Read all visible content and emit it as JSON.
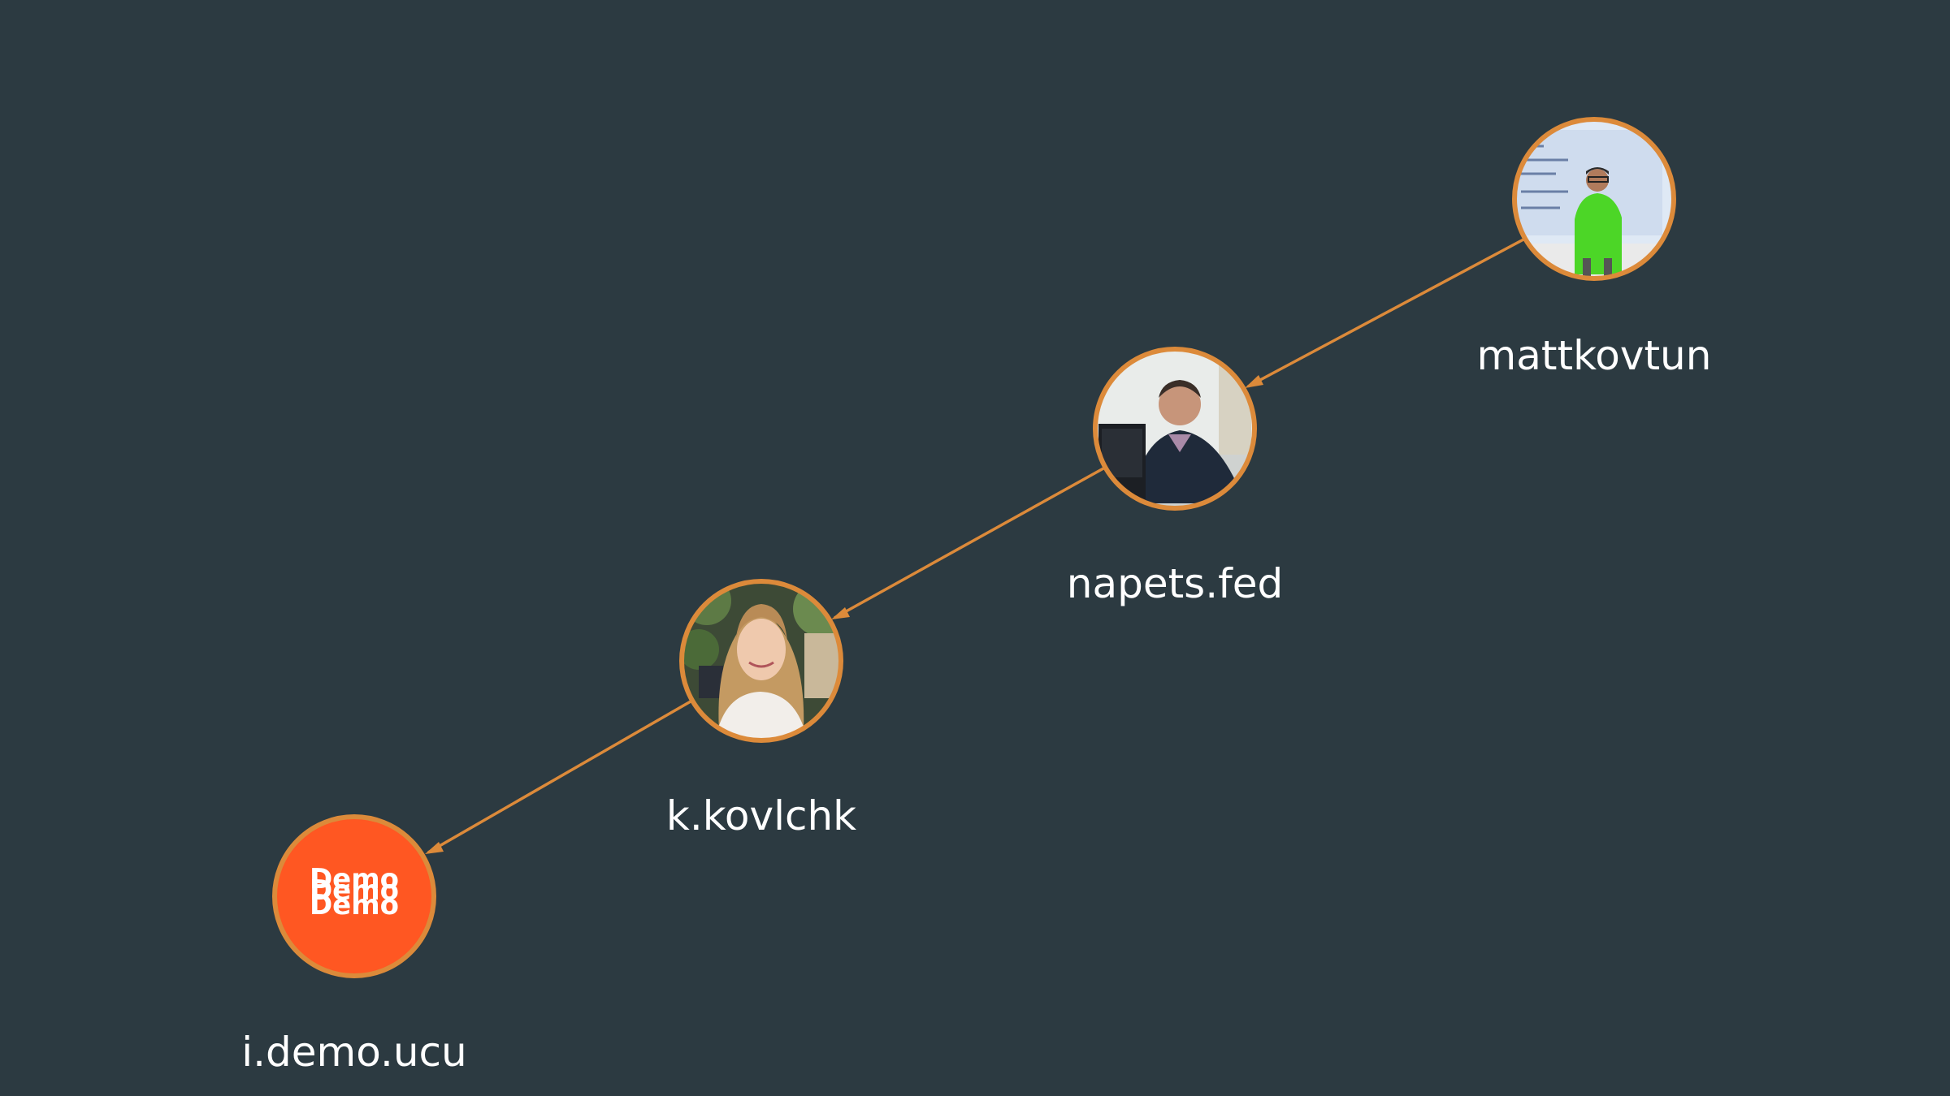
{
  "colors": {
    "background": "#2c3a41",
    "edge": "#dc8a3a",
    "ring": "#dc8a3a",
    "label": "#ffffff",
    "logo_fill": "#ff5722"
  },
  "nodes": [
    {
      "id": "mattkovtun",
      "label": "mattkovtun",
      "avatar": "person-presenting-green-shirt"
    },
    {
      "id": "napets_fed",
      "label": "napets.fed",
      "avatar": "man-at-computer"
    },
    {
      "id": "k_kovlchk",
      "label": "k.kovlchk",
      "avatar": "smiling-woman-long-hair"
    },
    {
      "id": "i_demo_ucu",
      "label": "i.demo.ucu",
      "avatar": "demo-logo",
      "logo_text": "Demo"
    }
  ],
  "edges": [
    {
      "from": "mattkovtun",
      "to": "napets_fed"
    },
    {
      "from": "napets_fed",
      "to": "k_kovlchk"
    },
    {
      "from": "k_kovlchk",
      "to": "i_demo_ucu"
    }
  ]
}
